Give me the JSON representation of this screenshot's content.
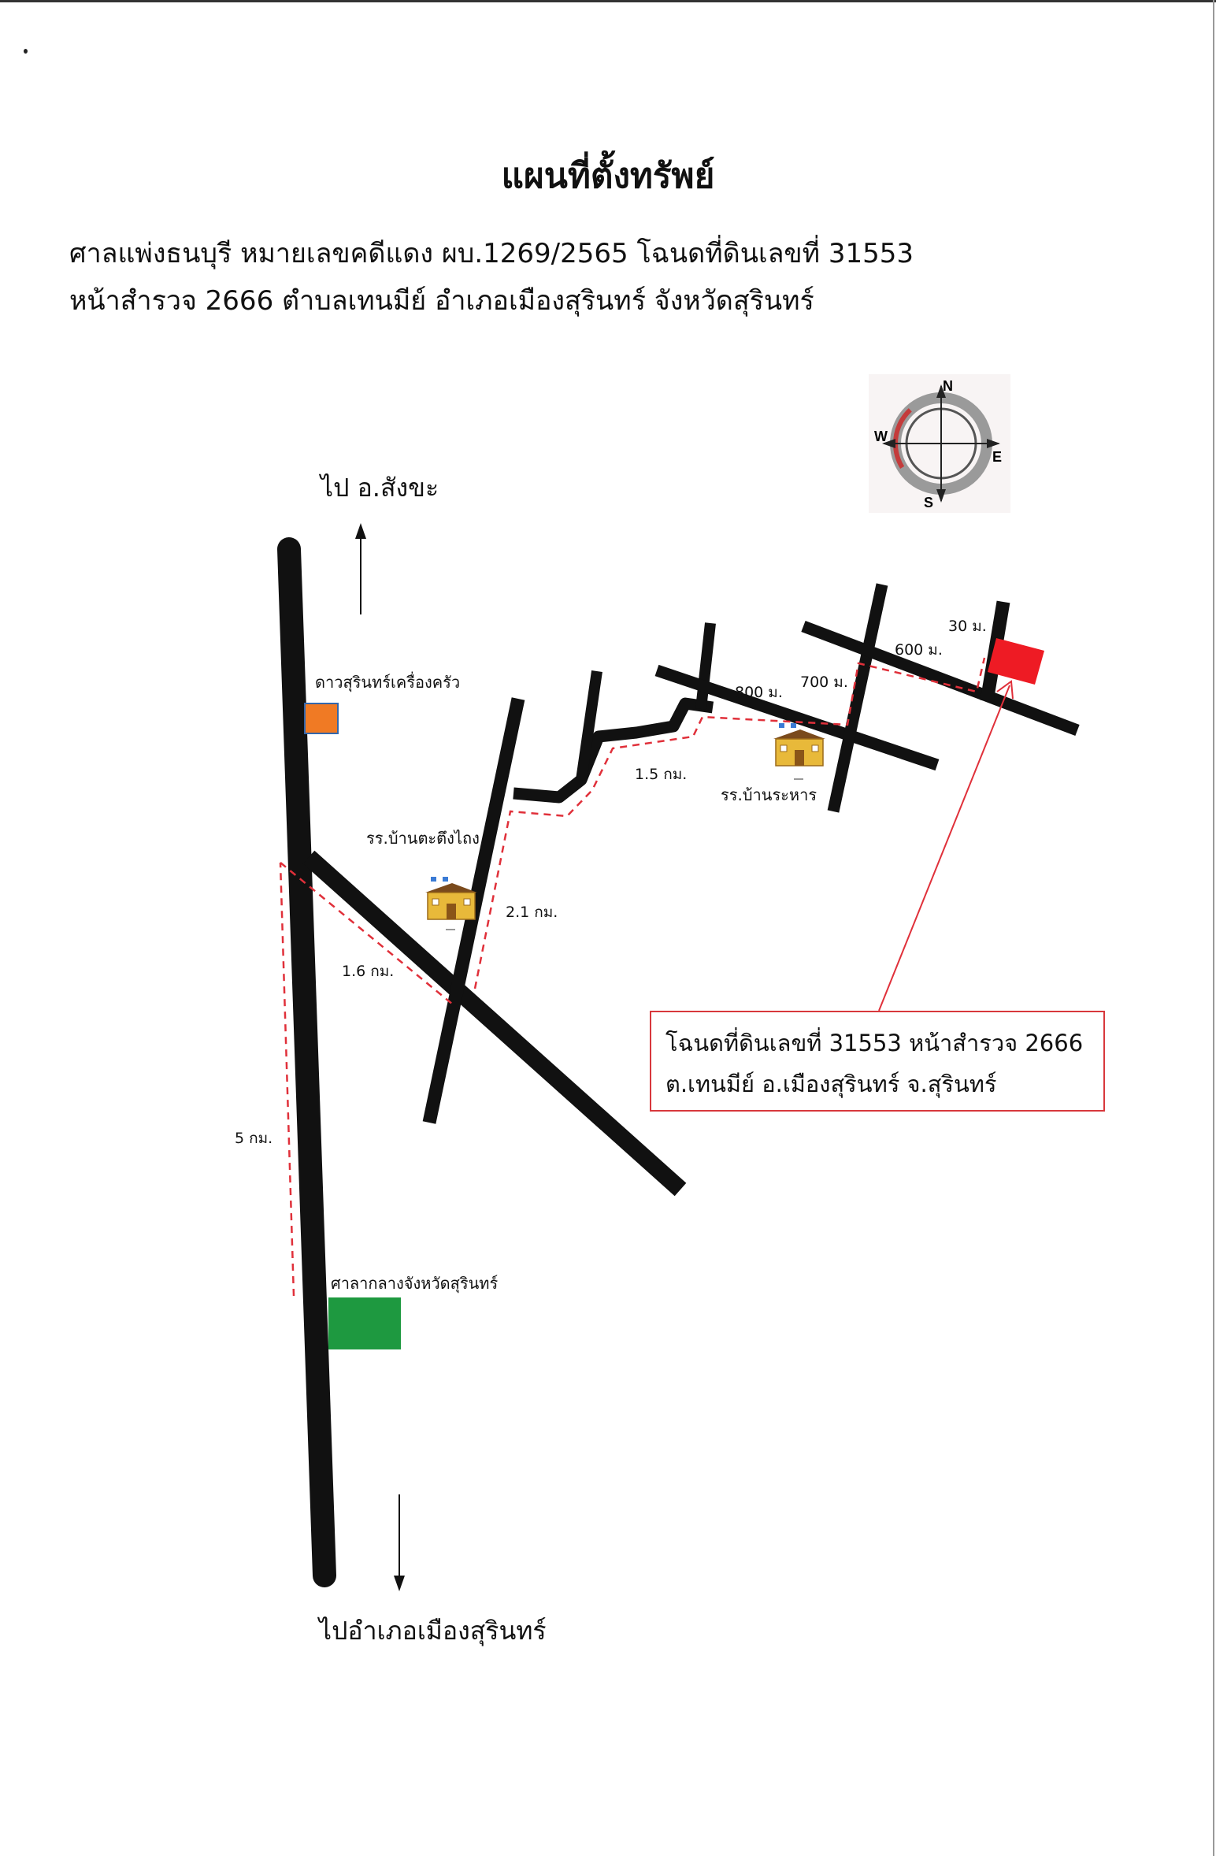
{
  "title": "แผนที่ตั้งทรัพย์",
  "header": {
    "line1": "ศาลแพ่งธนบุรี หมายเลขคดีแดง ผบ.1269/2565 โฉนดที่ดินเลขที่ 31553",
    "line2": "หน้าสำรวจ 2666 ตำบลเทนมีย์  อำเภอเมืองสุรินทร์  จังหวัดสุรินทร์"
  },
  "compass": {
    "north": "N",
    "south": "S",
    "east": "E",
    "west": "W"
  },
  "directions": {
    "north": "ไป อ.สังขะ",
    "south": "ไปอำเภอเมืองสุรินทร์"
  },
  "landmarks": {
    "dao_surin": {
      "label": "ดาวสุรินทร์เครื่องครัว",
      "color": "#f07a24"
    },
    "school_tatingtai": {
      "label": "รร.บ้านตะตึงไถง",
      "icon": "school-building-icon"
    },
    "school_banraharn": {
      "label": "รร.บ้านระหาร",
      "icon": "school-building-icon"
    },
    "provincial_hall": {
      "label": "ศาลากลางจังหวัดสุรินทร์",
      "color": "#1e9940"
    },
    "property": {
      "color": "#ee1b24"
    }
  },
  "distances": {
    "d5km": "5  กม.",
    "d16km": "1.6 กม.",
    "d21km": "2.1 กม.",
    "d15km": "1.5 กม.",
    "d800m": "800 ม.",
    "d700m": "700 ม.",
    "d600m": "600 ม.",
    "d30m": "30 ม."
  },
  "callout": {
    "line1": "โฉนดที่ดินเลขที่ 31553 หน้าสำรวจ 2666",
    "line2": "ต.เทนมีย์  อ.เมืองสุรินทร์  จ.สุรินทร์"
  },
  "colors": {
    "road": "#111111",
    "route": "#e0303a",
    "callout_border": "#d8383c"
  }
}
